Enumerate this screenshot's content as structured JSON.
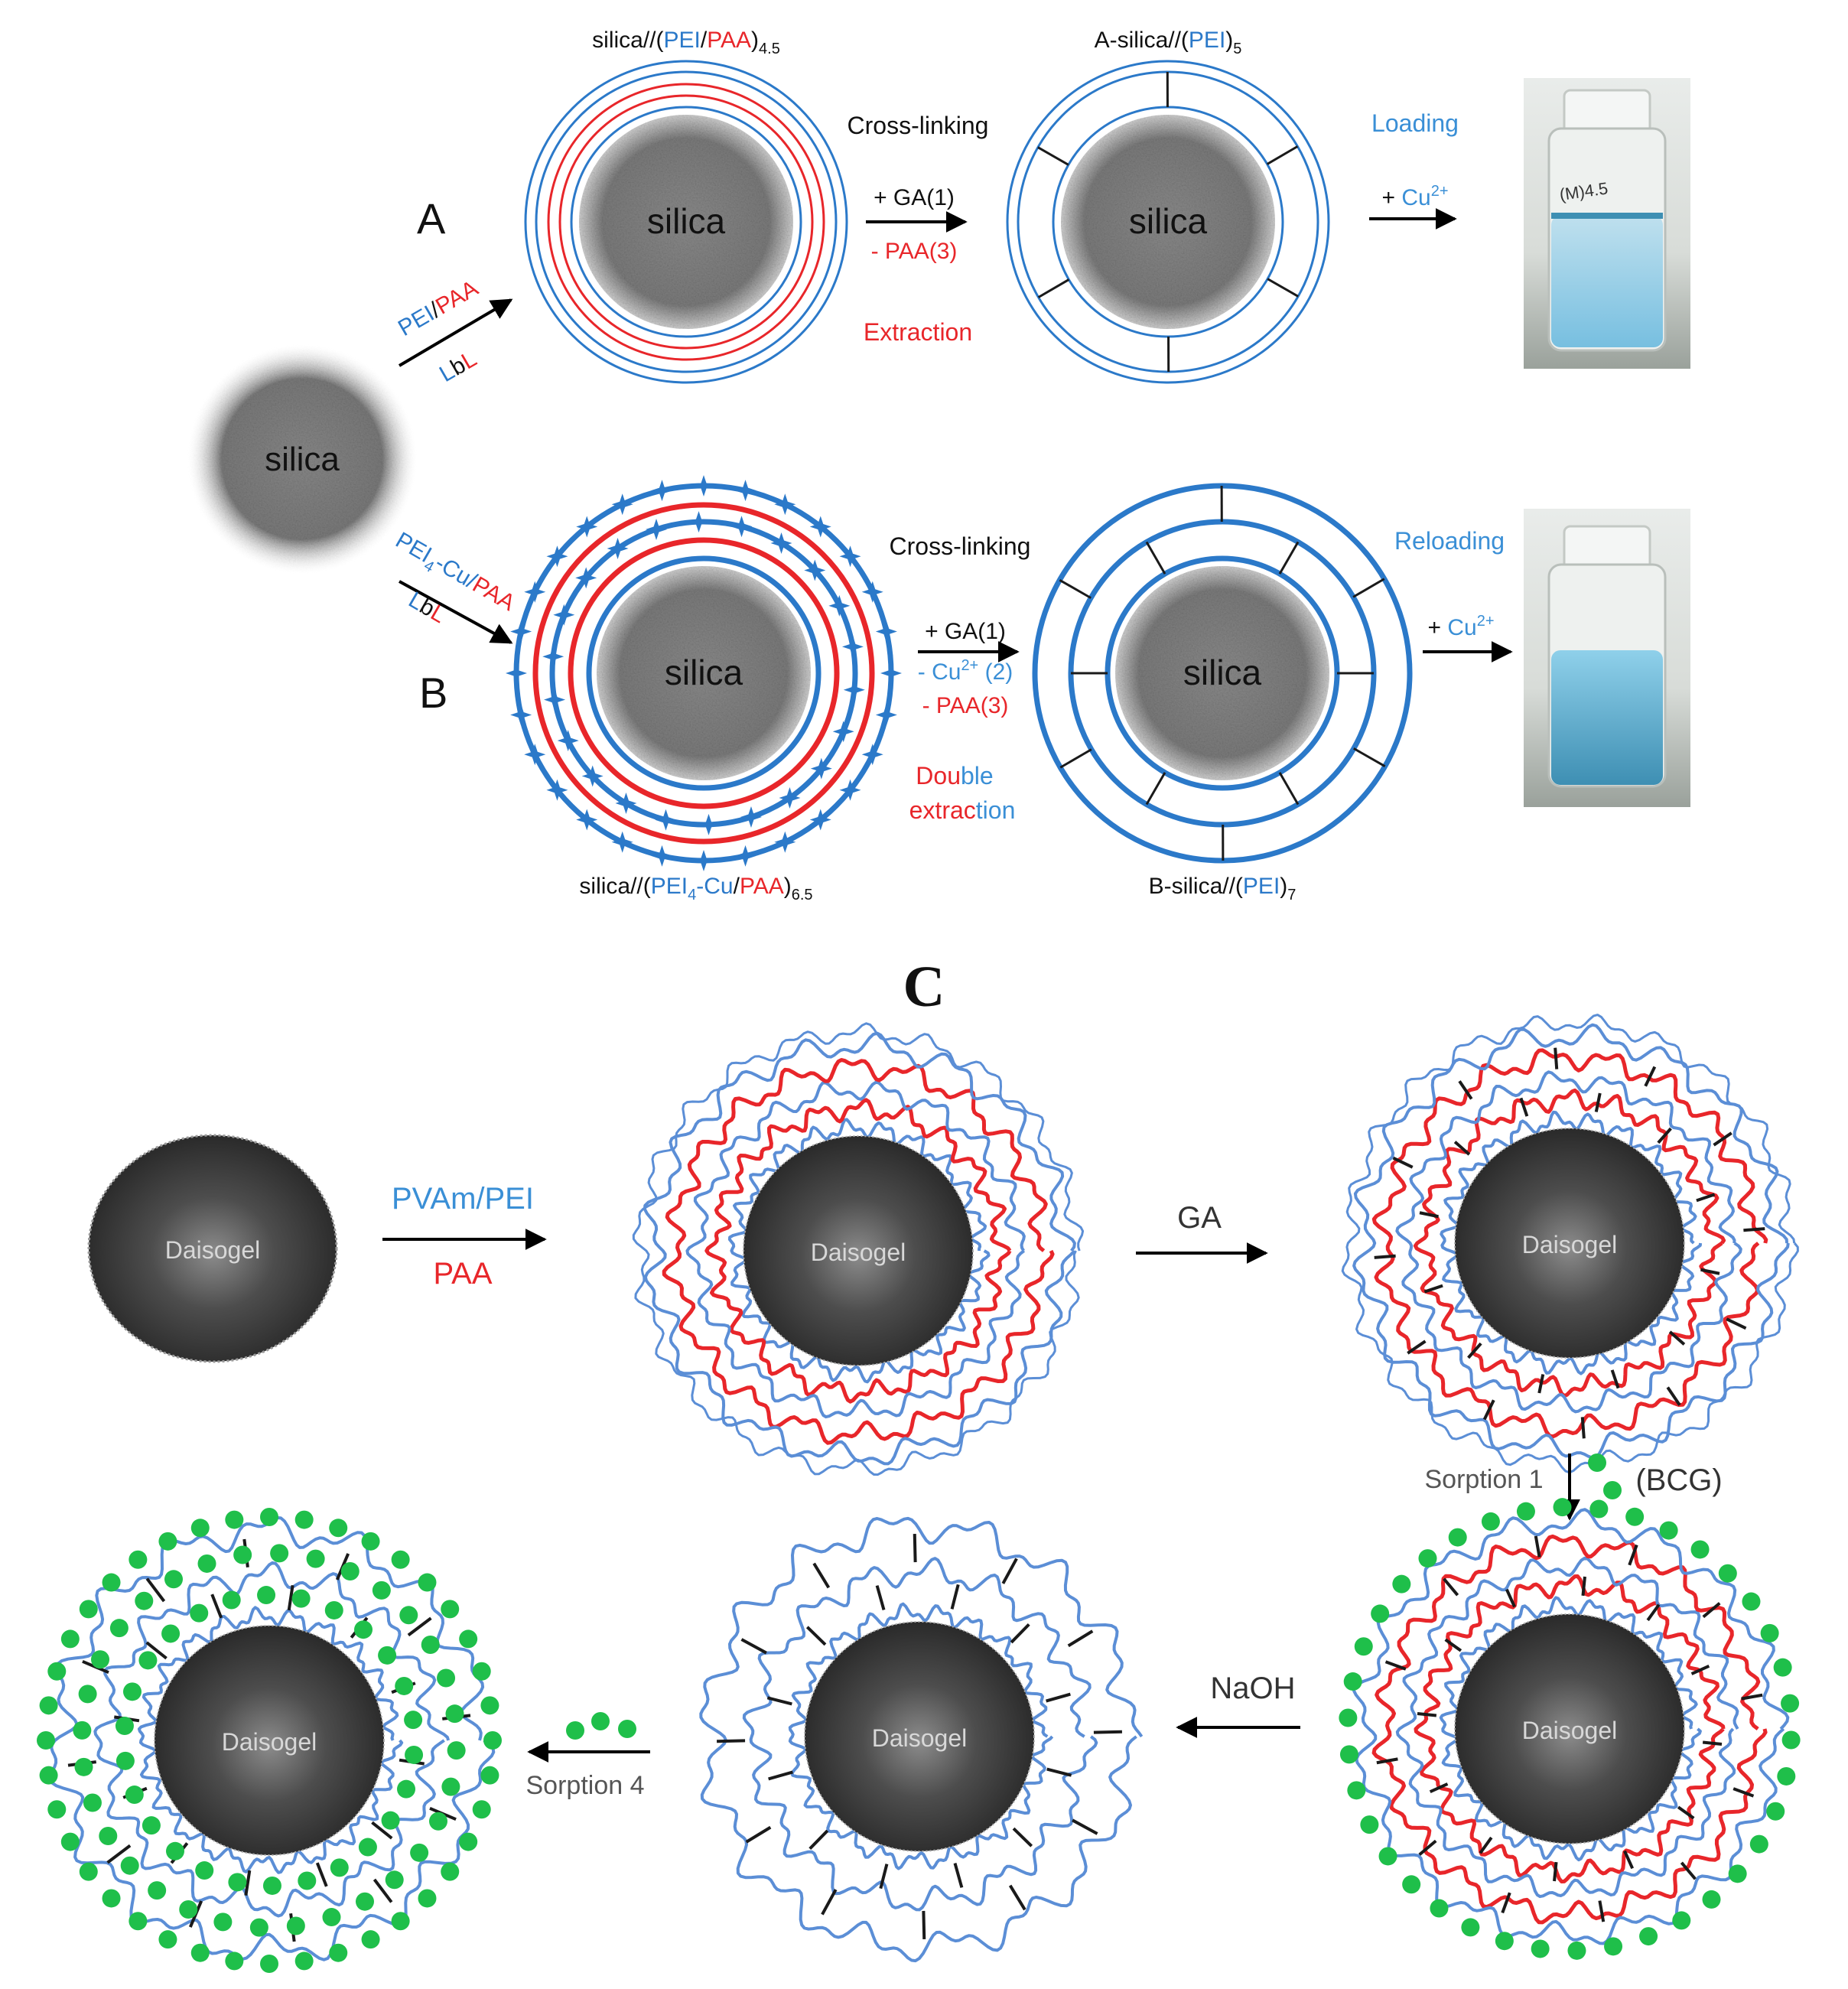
{
  "panel_a": {
    "letter": "A",
    "core_label": "silica",
    "lbl_route": {
      "pei": "PEI",
      "slash": "/",
      "paa": "PAA",
      "lbl_l1": "L",
      "lbl_b": "b",
      "lbl_l2": "L"
    },
    "title_left": {
      "pre": "silica//(",
      "pei": "PEI",
      "slash": "/",
      "paa": "PAA",
      "post": ")",
      "sub": "4.5"
    },
    "title_right": {
      "pre": "A-silica//(",
      "pei": "PEI",
      "post": ")",
      "sub": "5"
    },
    "crosslinking": "Cross-linking",
    "ga": "+ GA(1)",
    "paa_removal": "- PAA(3)",
    "extraction": "Extraction",
    "loading": "Loading",
    "cu_add": {
      "pre": "+ ",
      "ion": "Cu",
      "charge": "2+"
    }
  },
  "panel_b": {
    "letter": "B",
    "core_label": "silica",
    "lbl_route": {
      "pei": "PEI",
      "sub4": "4",
      "cu": "-Cu/",
      "paa": "PAA",
      "lbl_l1": "L",
      "lbl_b": "b",
      "lbl_l2": "L"
    },
    "title_left": {
      "pre": "silica//(",
      "pei": "PEI",
      "sub4": "4",
      "cu": "-Cu",
      "slash": "/",
      "paa": "PAA",
      "post": ")",
      "sub": "6.5"
    },
    "title_right": {
      "pre": "B-silica//(",
      "pei": "PEI",
      "post": ")",
      "sub": "7"
    },
    "crosslinking": "Cross-linking",
    "ga": "+ GA(1)",
    "cu_removal": {
      "pre": "- Cu",
      "charge": "2+",
      "post": " (2)"
    },
    "paa_removal": "- PAA(3)",
    "double": {
      "d1": "Dou",
      "d2": "ble",
      "e1": "extrac",
      "e2": "tion"
    },
    "reloading": "Reloading",
    "cu_add": {
      "pre": "+ ",
      "ion": "Cu",
      "charge": "2+"
    }
  },
  "start_core": "silica",
  "panel_c": {
    "letter": "C",
    "core_label": "Daisogel",
    "lbl_top": "PVAm/PEI",
    "lbl_bottom": "PAA",
    "step_ga": "GA",
    "sorption1": "Sorption 1",
    "bcg": "(BCG)",
    "naoh": "NaOH",
    "sorption4": "Sorption 4"
  },
  "photo_a": {
    "label": "(M)4.5"
  },
  "colors": {
    "pei_blue": "#2b79c9",
    "paa_red": "#e8262a",
    "text_blue": "#3a8fd6",
    "dye_green": "#1fbf4a",
    "chain_blue": "#5b8ed6",
    "crosslink": "#1a1a1a"
  }
}
